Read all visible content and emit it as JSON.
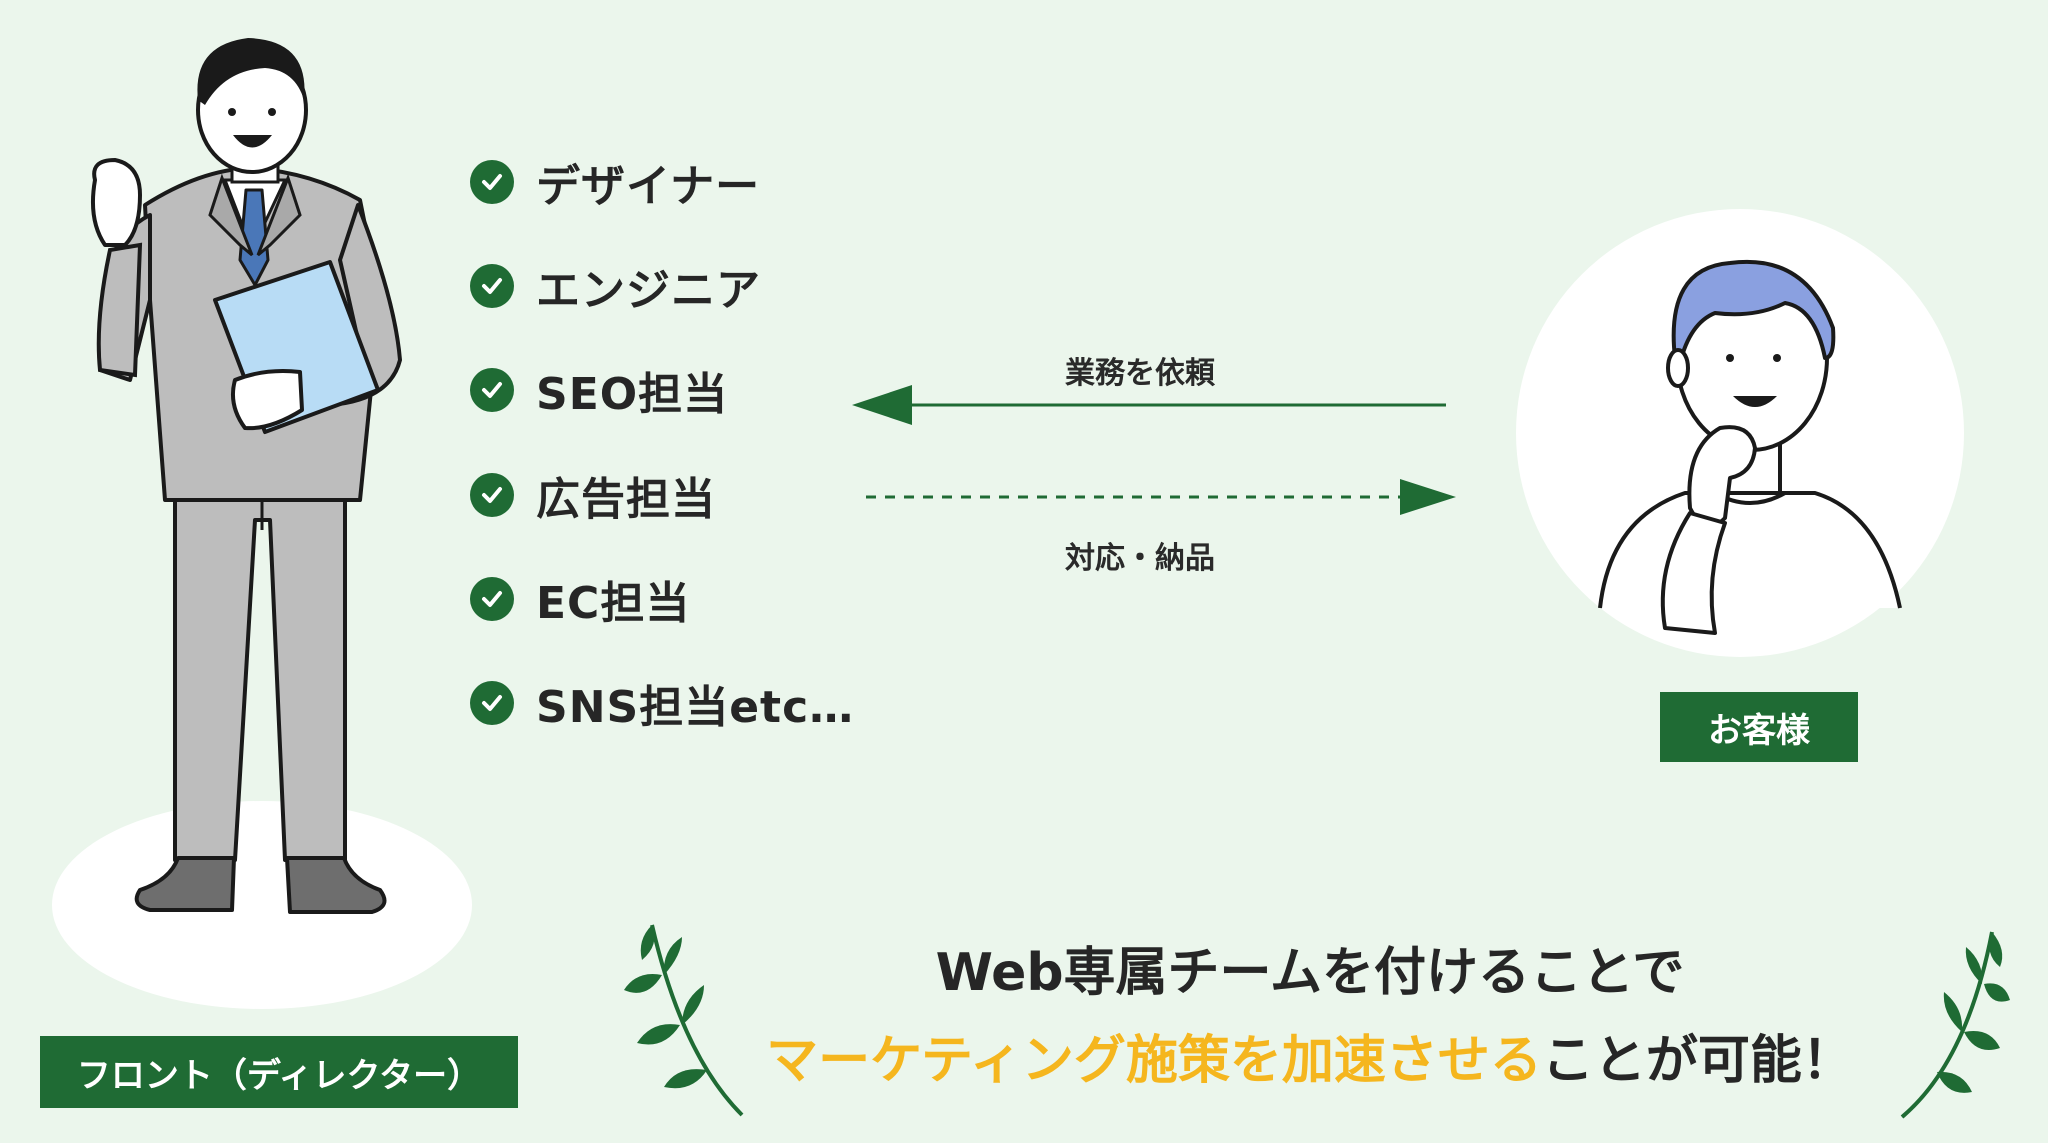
{
  "roles": [
    {
      "label": "デザイナー"
    },
    {
      "label": "エンジニア"
    },
    {
      "label": "SEO担当"
    },
    {
      "label": "広告担当"
    },
    {
      "label": "EC担当"
    },
    {
      "label": "SNS担当etc…"
    }
  ],
  "flow": {
    "request_label": "業務を依頼",
    "delivery_label": "対応・納品"
  },
  "labels": {
    "front": "フロント（ディレクター）",
    "customer": "お客様"
  },
  "headline": {
    "line1": "Web専属チームを付けることで",
    "line2_accent": "マーケティング施策を加速させる",
    "line2_rest": "ことが可能！"
  },
  "colors": {
    "background": "#ebf6ec",
    "brand_green": "#1f6b34",
    "accent_yellow": "#f5b61e",
    "text_dark": "#262626"
  },
  "icons": {
    "check": "check-circle-icon",
    "left_person": "businessman-illustration",
    "right_person": "customer-illustration",
    "laurel": "laurel-branch-icon"
  }
}
